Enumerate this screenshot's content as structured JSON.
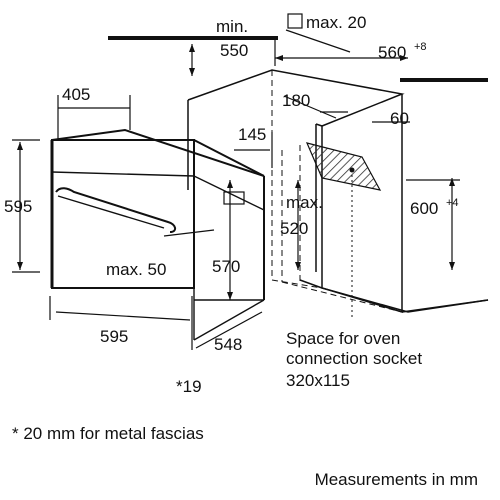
{
  "labels": {
    "min": "min.",
    "max_20": "max. 20",
    "d550": "550",
    "d560": "560",
    "d560_sup": "+8",
    "d405": "405",
    "d180": "180",
    "d145": "145",
    "d60": "60",
    "d595_height": "595",
    "max_label": "max.",
    "d520": "520",
    "d600": "600",
    "d600_sup": "+4",
    "d570": "570",
    "max_50": "max. 50",
    "d595_width": "595",
    "d548": "548",
    "star19": "*19",
    "socket_line1": "Space for oven",
    "socket_line2": "connection socket",
    "socket_line3": "320x115"
  },
  "footnote": "* 20 mm for metal fascias",
  "units_note": "Measurements in mm"
}
